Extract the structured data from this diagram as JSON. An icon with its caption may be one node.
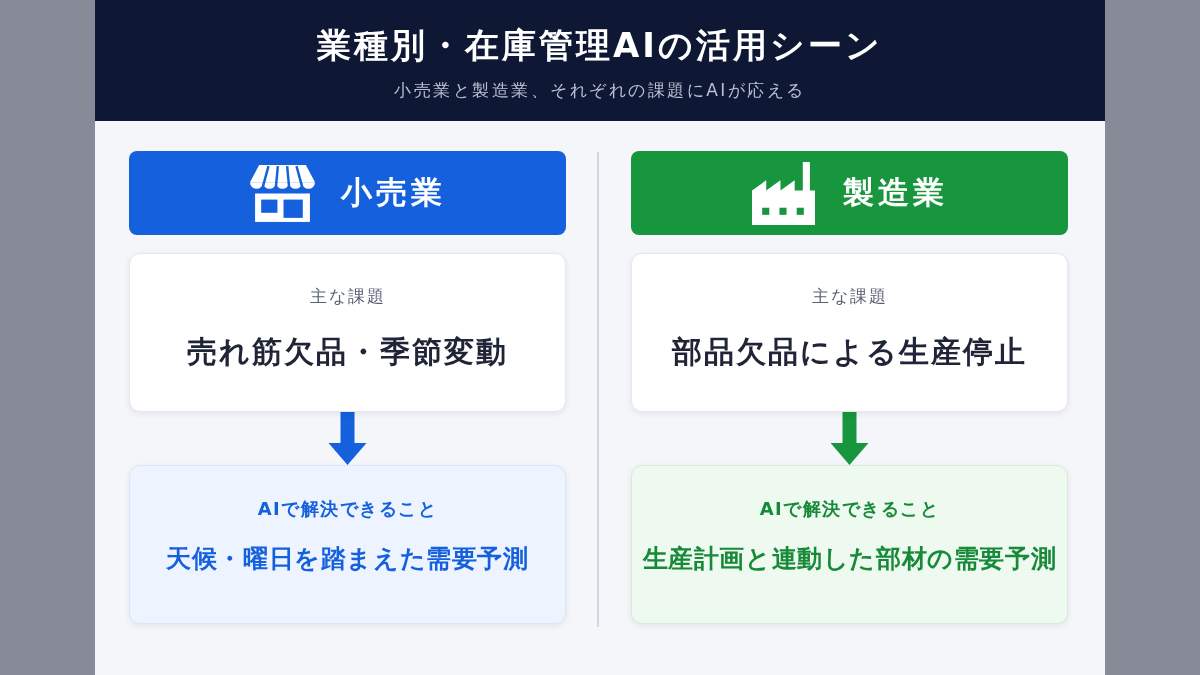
{
  "diagram": {
    "title": "業種別・在庫管理AIの活用シーン",
    "nodes": [
      {
        "text": [
          "小売業"
        ]
      },
      {
        "text": [
          "主な課題",
          "売れ筋欠品・季節変動"
        ]
      },
      {
        "text": [
          "AIで解決できること",
          "天候・曜日を踏まえた需要予測"
        ]
      },
      {
        "text": [
          "製造業"
        ]
      },
      {
        "text": [
          "主な課題",
          "部品欠品による生産停止"
        ]
      },
      {
        "text": [
          "AIで解決できること",
          "生産計画と連動した部材の需要予測"
        ]
      }
    ],
    "edges": [
      {
        "from": 1,
        "to": 2,
        "arrow": "to",
        "color": "#1560dc"
      },
      {
        "from": 4,
        "to": 5,
        "arrow": "to",
        "color": "#17963e"
      }
    ],
    "labels": [
      "小売業と製造業、それぞれの課題にAIが応える"
    ]
  }
}
